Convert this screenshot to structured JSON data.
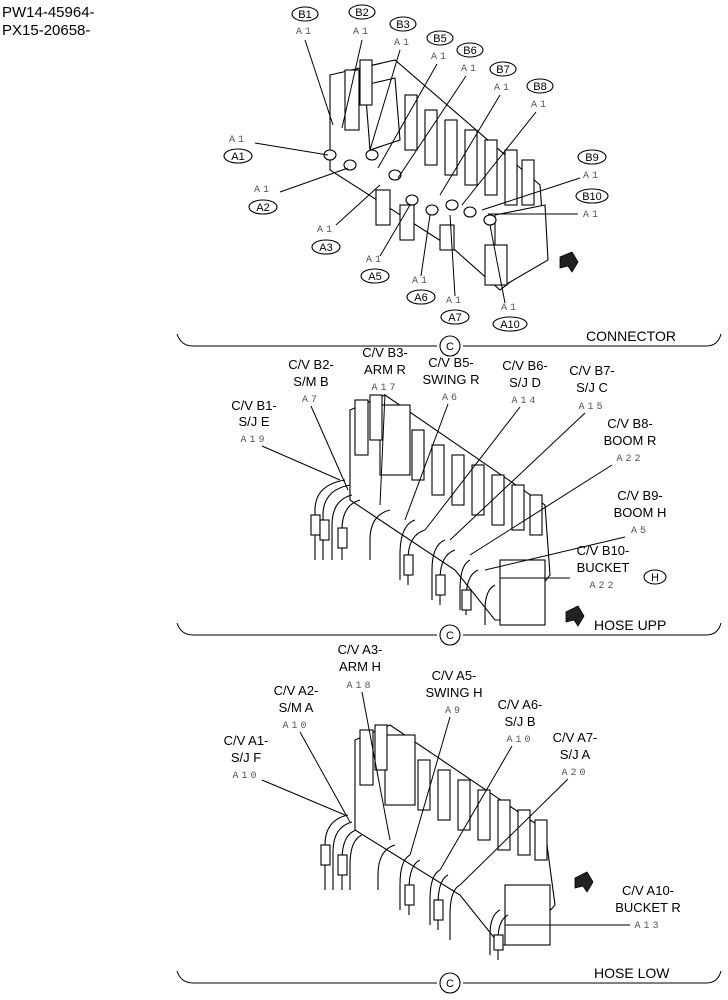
{
  "header": {
    "line1": "PW14-45964-",
    "line2": "PX15-20658-"
  },
  "connector": {
    "section_label": "CONNECTOR",
    "circle_marker": "C",
    "b_tags": [
      {
        "tag": "B1",
        "code": "A1"
      },
      {
        "tag": "B2",
        "code": "A1"
      },
      {
        "tag": "B3",
        "code": "A1"
      },
      {
        "tag": "B5",
        "code": "A1"
      },
      {
        "tag": "B6",
        "code": "A1"
      },
      {
        "tag": "B7",
        "code": "A1"
      },
      {
        "tag": "B8",
        "code": "A1"
      },
      {
        "tag": "B9",
        "code": "A1"
      },
      {
        "tag": "B10",
        "code": "A1"
      }
    ],
    "a_tags": [
      {
        "tag": "A1",
        "code": "A1"
      },
      {
        "tag": "A2",
        "code": "A1"
      },
      {
        "tag": "A3",
        "code": "A1"
      },
      {
        "tag": "A5",
        "code": "A1"
      },
      {
        "tag": "A6",
        "code": "A1"
      },
      {
        "tag": "A7",
        "code": "A1"
      },
      {
        "tag": "A10",
        "code": "A1"
      }
    ]
  },
  "hose_upp": {
    "section_label": "HOSE UPP",
    "circle_marker": "C",
    "h_marker": "H",
    "labels": [
      {
        "line1": "C/V B1-",
        "line2": "S/J E",
        "code": "A19"
      },
      {
        "line1": "C/V B2-",
        "line2": "S/M B",
        "code": "A7"
      },
      {
        "line1": "C/V B3-",
        "line2": "ARM R",
        "code": "A17"
      },
      {
        "line1": "C/V B5-",
        "line2": "SWING R",
        "code": "A6"
      },
      {
        "line1": "C/V B6-",
        "line2": "S/J D",
        "code": "A14"
      },
      {
        "line1": "C/V B7-",
        "line2": "S/J C",
        "code": "A15"
      },
      {
        "line1": "C/V B8-",
        "line2": "BOOM R",
        "code": "A22"
      },
      {
        "line1": "C/V B9-",
        "line2": "BOOM H",
        "code": "A5"
      },
      {
        "line1": "C/V B10-",
        "line2": "BUCKET",
        "code": "A22"
      }
    ]
  },
  "hose_low": {
    "section_label": "HOSE LOW",
    "circle_marker": "C",
    "labels": [
      {
        "line1": "C/V A1-",
        "line2": "S/J F",
        "code": "A10"
      },
      {
        "line1": "C/V A2-",
        "line2": "S/M A",
        "code": "A10"
      },
      {
        "line1": "C/V A3-",
        "line2": "ARM H",
        "code": "A18"
      },
      {
        "line1": "C/V A5-",
        "line2": "SWING H",
        "code": "A9"
      },
      {
        "line1": "C/V A6-",
        "line2": "S/J B",
        "code": "A10"
      },
      {
        "line1": "C/V A7-",
        "line2": "S/J A",
        "code": "A20"
      },
      {
        "line1": "C/V A10-",
        "line2": "BUCKET R",
        "code": "A13"
      }
    ]
  }
}
